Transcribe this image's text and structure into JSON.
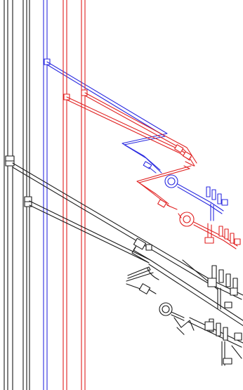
{
  "diagram": {
    "kind": "isometric-plumbing-schematic",
    "colors": {
      "background": "#ffffff",
      "drain": "#1a1a1a",
      "cold_water": "#2a2ae0",
      "hot_water": "#e02020",
      "hot_water_return": "#d03030"
    },
    "systems": [
      {
        "id": "drain",
        "color": "drain",
        "risers": 4,
        "manifolds": 2
      },
      {
        "id": "cold-water",
        "color": "cold_water",
        "risers": 1,
        "manifolds": 1
      },
      {
        "id": "hot-water",
        "color": "hot_water",
        "risers": 2,
        "manifolds": 1
      }
    ],
    "labels": []
  }
}
